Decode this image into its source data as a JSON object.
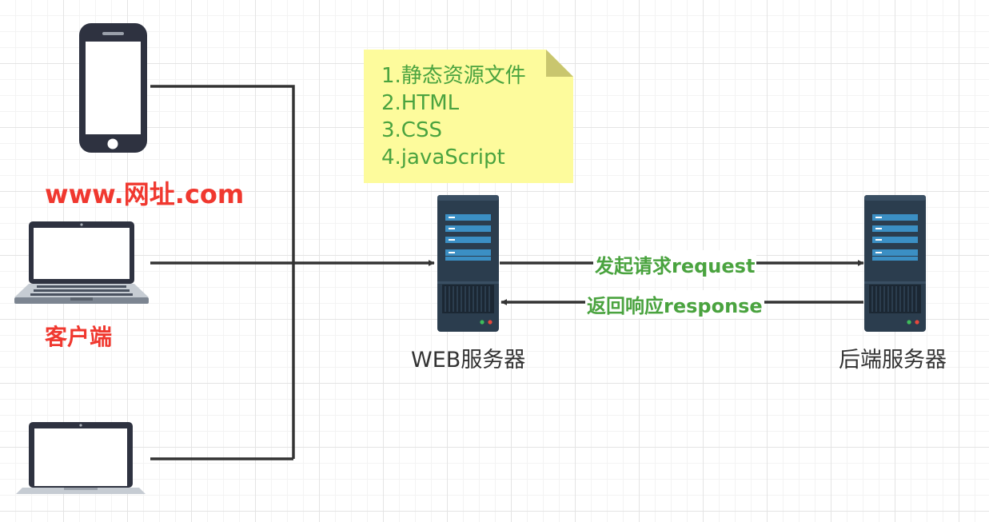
{
  "client": {
    "url_label": "www.网址.com",
    "label": "客户端"
  },
  "web_server": {
    "label": "WEB服务器"
  },
  "backend_server": {
    "label": "后端服务器"
  },
  "note": {
    "items": [
      "1.静态资源文件",
      "2.HTML",
      "3.CSS",
      "4.javaScript"
    ]
  },
  "arrows": {
    "request_label": "发起请求request",
    "response_label": "返回响应response"
  },
  "colors": {
    "red_label": "#f0382f",
    "green_label": "#4aa33f",
    "note_fill": "#fdfb9c",
    "server_body": "#2b3d4e",
    "server_panel": "#3b8fc4",
    "line": "#333333"
  },
  "icons": {
    "phone": "smartphone-icon",
    "laptop": "laptop-icon",
    "server": "server-icon"
  }
}
